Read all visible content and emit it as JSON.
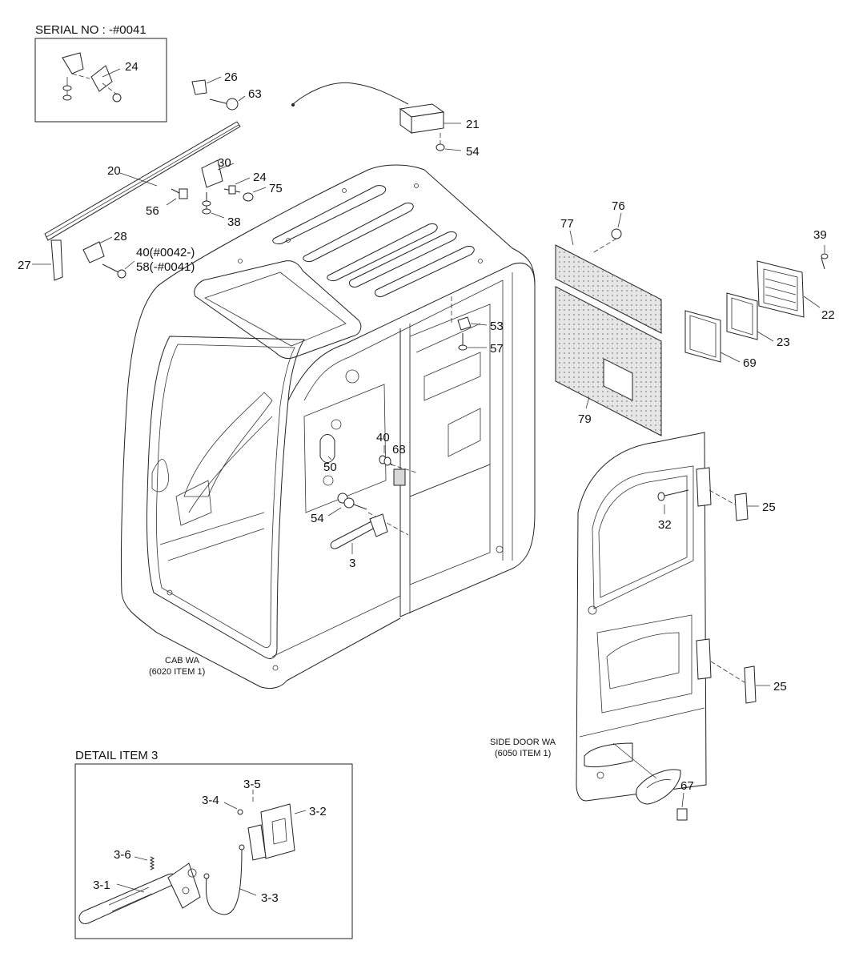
{
  "boxes": {
    "serial_title": "SERIAL NO : -#0041",
    "detail_title": "DETAIL ITEM 3"
  },
  "assemblies": {
    "cab_line1": "CAB WA",
    "cab_line2": "(6020 ITEM 1)",
    "door_line1": "SIDE DOOR WA",
    "door_line2": "(6050 ITEM 1)"
  },
  "callouts": {
    "c24a": "24",
    "c26": "26",
    "c63": "63",
    "c21": "21",
    "c54a": "54",
    "c20": "20",
    "c30": "30",
    "c24b": "24",
    "c75": "75",
    "c56": "56",
    "c38": "38",
    "c28": "28",
    "c27": "27",
    "c40a": "40(#0042-)",
    "c58": "58(-#0041)",
    "c76": "76",
    "c77": "77",
    "c39": "39",
    "c22": "22",
    "c23": "23",
    "c69": "69",
    "c79": "79",
    "c53": "53",
    "c57": "57",
    "c40b": "40",
    "c68": "68",
    "c50": "50",
    "c54b": "54",
    "c3": "3",
    "c25a": "25",
    "c32": "32",
    "c25b": "25",
    "c67": "67",
    "c3_5": "3-5",
    "c3_4": "3-4",
    "c3_2": "3-2",
    "c3_6": "3-6",
    "c3_1": "3-1",
    "c3_3": "3-3"
  }
}
